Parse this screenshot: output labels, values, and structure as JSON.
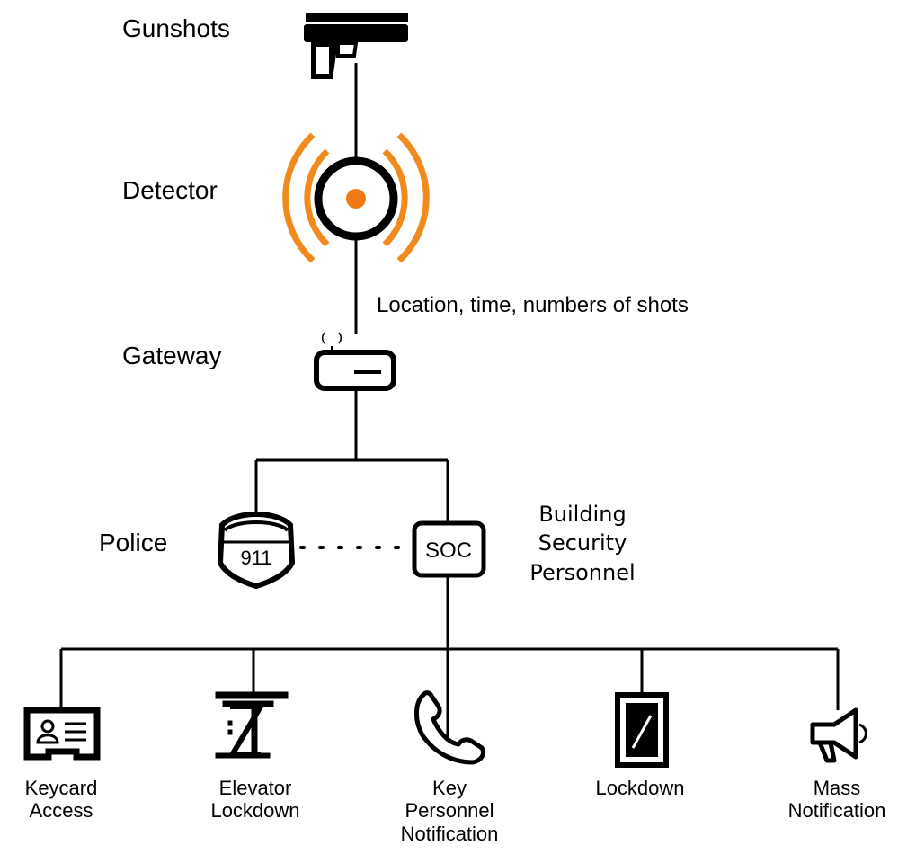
{
  "nodes": {
    "gunshots": "Gunshots",
    "detector": "Detector",
    "gateway": "Gateway",
    "police": "Police",
    "soc_security": [
      "Building",
      "Security",
      "Personnel"
    ]
  },
  "edge_note": "Location, time, numbers of shots",
  "badges": {
    "police_number": "911",
    "soc": "SOC"
  },
  "actions": [
    {
      "icon": "keycard-icon",
      "lines": [
        "Keycard",
        "Access"
      ]
    },
    {
      "icon": "elevator-icon",
      "lines": [
        "Elevator",
        "Lockdown"
      ]
    },
    {
      "icon": "phone-icon",
      "lines": [
        "Key",
        "Personnel",
        "Notification"
      ]
    },
    {
      "icon": "lockdown-door-icon",
      "lines": [
        "Lockdown"
      ]
    },
    {
      "icon": "megaphone-icon",
      "lines": [
        "Mass",
        "Notification"
      ]
    }
  ],
  "colors": {
    "signal_waves": "#F08A1C",
    "detector_core": "#F07A14",
    "stroke": "#000000"
  }
}
